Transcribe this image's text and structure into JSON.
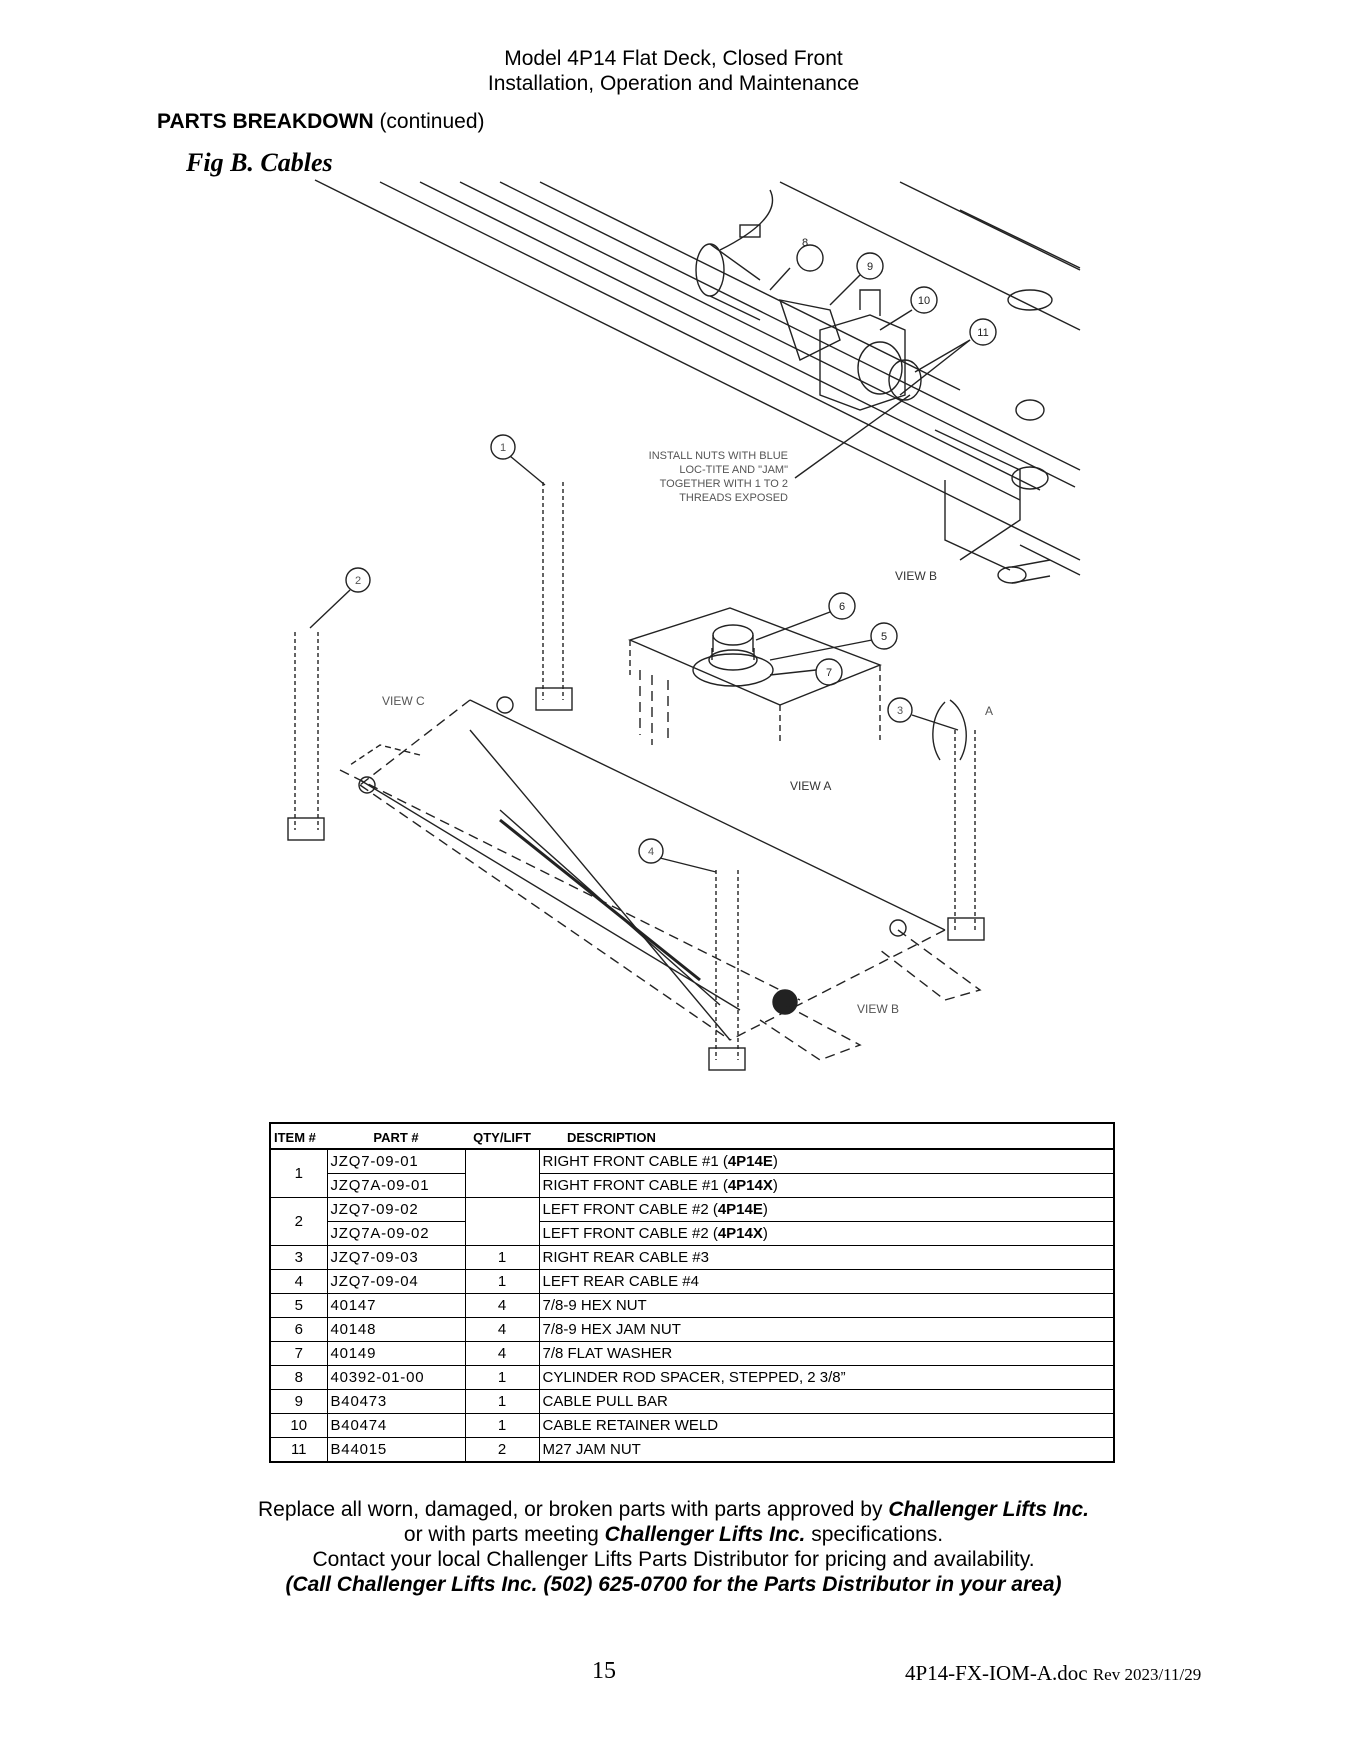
{
  "header": {
    "line1": "Model 4P14 Flat Deck, Closed Front",
    "line2": "Installation, Operation and Maintenance"
  },
  "section": {
    "title": "PARTS BREAKDOWN",
    "suffix": " (continued)"
  },
  "figure": {
    "title": "Fig B.  Cables",
    "note_lines": [
      "INSTALL NUTS WITH BLUE",
      "LOC-TITE AND \"JAM\"",
      "TOGETHER WITH 1 TO 2",
      "THREADS EXPOSED"
    ],
    "views": {
      "b_top": "VIEW B",
      "a": "VIEW A",
      "c": "VIEW C",
      "b_bottom": "VIEW B",
      "a_circle": "A"
    },
    "callouts": [
      "1",
      "2",
      "3",
      "4",
      "5",
      "6",
      "7",
      "8",
      "9",
      "10",
      "11"
    ]
  },
  "table": {
    "headers": {
      "item": "ITEM #",
      "part": "PART #",
      "qty": "QTY/LIFT",
      "desc": "DESCRIPTION"
    },
    "rows": [
      {
        "item": "1",
        "part": "JZQ7-09-01",
        "qty": "",
        "desc": "RIGHT FRONT CABLE #1 (",
        "model": "4P14E",
        "close": ")"
      },
      {
        "part": "JZQ7A-09-01",
        "desc": "RIGHT FRONT CABLE #1 (",
        "model": "4P14X",
        "close": ")"
      },
      {
        "item": "2",
        "part": "JZQ7-09-02",
        "qty": "",
        "desc": "LEFT FRONT CABLE #2 (",
        "model": "4P14E",
        "close": ")"
      },
      {
        "part": "JZQ7A-09-02",
        "desc": "LEFT FRONT CABLE #2 (",
        "model": "4P14X",
        "close": ")"
      },
      {
        "item": "3",
        "part": "JZQ7-09-03",
        "qty": "1",
        "desc": "RIGHT REAR CABLE #3"
      },
      {
        "item": "4",
        "part": "JZQ7-09-04",
        "qty": "1",
        "desc": "LEFT REAR CABLE #4"
      },
      {
        "item": "5",
        "part": "40147",
        "qty": "4",
        "desc": "7/8-9 HEX NUT"
      },
      {
        "item": "6",
        "part": "40148",
        "qty": "4",
        "desc": "7/8-9 HEX JAM NUT"
      },
      {
        "item": "7",
        "part": "40149",
        "qty": "4",
        "desc": "7/8 FLAT WASHER"
      },
      {
        "item": "8",
        "part": "40392-01-00",
        "qty": "1",
        "desc": "CYLINDER ROD SPACER, STEPPED, 2 3/8”"
      },
      {
        "item": "9",
        "part": "B40473",
        "qty": "1",
        "desc": "CABLE PULL BAR"
      },
      {
        "item": "10",
        "part": "B40474",
        "qty": "1",
        "desc": "CABLE RETAINER WELD"
      },
      {
        "item": "11",
        "part": "B44015",
        "qty": "2",
        "desc": "M27 JAM NUT"
      }
    ]
  },
  "note": {
    "l1_pre": "Replace all worn, damaged, or broken parts with parts approved by ",
    "brand": "Challenger Lifts Inc.",
    "l2_pre": "or with parts meeting ",
    "l2_post": " specifications.",
    "l3": "Contact your local Challenger Lifts Parts Distributor for pricing and availability.",
    "l4": "(Call Challenger Lifts Inc. (502) 625-0700 for the Parts Distributor in your area)"
  },
  "footer": {
    "page": "15",
    "doc": "4P14-FX-IOM-A.doc",
    "rev": "Rev 2023/11/29"
  }
}
